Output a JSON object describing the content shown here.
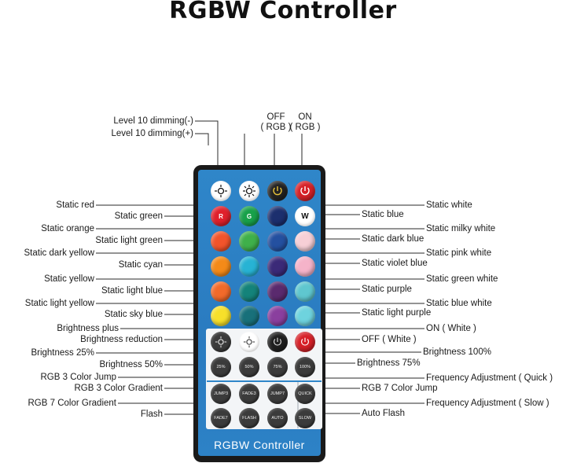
{
  "title": "RGBW Controller",
  "brand": "RGBW  Controller",
  "top_labels": {
    "level_minus": "Level 10 dimming(-)",
    "level_plus": "Level 10 dimming(+)",
    "off_rgb": "OFF\n( RGB )",
    "on_rgb": "ON\n( RGB )"
  },
  "left_labels": [
    "Static red",
    "Static green",
    "Static orange",
    "Static light green",
    "Static dark yellow",
    "Static cyan",
    "Static yellow",
    "Static light blue",
    "Static light yellow",
    "Static sky blue",
    "Brightness plus",
    "Brightness reduction",
    "Brightness 25%",
    "Brightness 50%",
    "RGB 3 Color Jump",
    "RGB 3 Color Gradient",
    "RGB 7 Color Gradient",
    "Flash"
  ],
  "right_labels": [
    "Static white",
    "Static blue",
    "Static milky white",
    "Static dark blue",
    "Static pink white",
    "Static violet blue",
    "Static green white",
    "Static purple",
    "Static blue white",
    "Static light purple",
    "ON ( White )",
    "OFF ( White )",
    "Brightness 100%",
    "Brightness 75%",
    "Frequency Adjustment ( Quick )",
    "RGB 7 Color Jump",
    "Frequency Adjustment ( Slow )",
    "Auto Flash"
  ],
  "buttons": {
    "r": "R",
    "g": "G",
    "w": "W",
    "off": "OFF",
    "on": "ON",
    "b25": "25%",
    "b50": "50%",
    "b75": "75%",
    "b100": "100%",
    "jump3": "JUMP3",
    "fade3": "FADE3",
    "jump7": "JUMP7",
    "quick": "QUICK",
    "fade7": "FADE7",
    "flash": "FLASH",
    "auto": "AUTO",
    "slow": "SLOW"
  },
  "colors": {
    "remote_blue": "#2f86c9",
    "row1": [
      "#e0202c",
      "#18a14a",
      "#1c2f6e",
      "#ffffff"
    ],
    "row2": [
      "#f2542b",
      "#3fb04a",
      "#2450a0",
      "#f7cfd6"
    ],
    "row3": [
      "#f48a18",
      "#27b3d4",
      "#3b2a78",
      "#f5b3c9"
    ],
    "row4": [
      "#f7b023",
      "#14837a",
      "#5a2a6e",
      "#5fc7cf"
    ],
    "row5": [
      "#f7e02a",
      "#18707a",
      "#8a3f9e",
      "#6ed3de"
    ]
  }
}
